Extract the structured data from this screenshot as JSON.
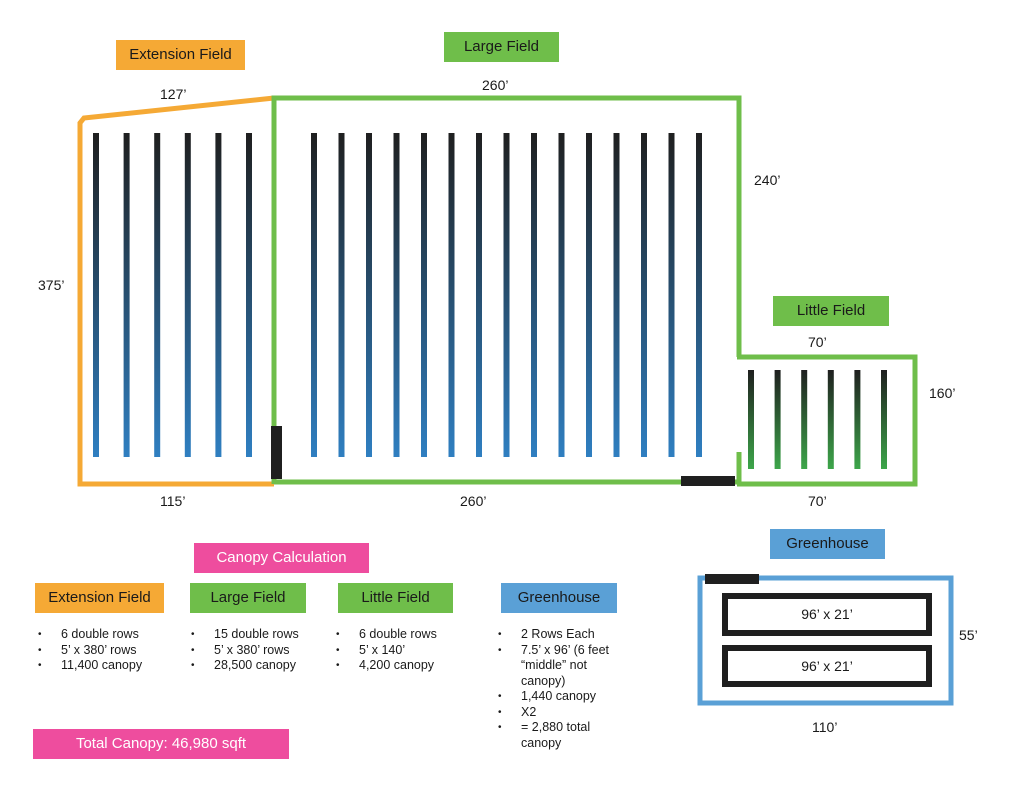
{
  "fields": {
    "extension": {
      "tag": "Extension Field",
      "top_dim": "127’",
      "left_dim": "375’",
      "bottom_dim": "115’",
      "row_count": 6,
      "border_color": "#f5a935"
    },
    "large": {
      "tag": "Large Field",
      "top_dim": "260’",
      "right_dim": "240’",
      "bottom_dim": "260’",
      "row_count": 15,
      "border_color": "#6fbe4a"
    },
    "little": {
      "tag": "Little Field",
      "top_dim": "70’",
      "right_dim": "160’",
      "bottom_dim": "70’",
      "row_count": 6,
      "border_color": "#6fbe4a"
    },
    "greenhouse": {
      "tag": "Greenhouse",
      "row_a": "96’ x 21’",
      "row_b": "96’ x 21’",
      "right_dim": "55’",
      "bottom_dim": "110’",
      "border_color": "#5aa0d6"
    }
  },
  "colors": {
    "row_top": "#1f1f1f",
    "row_bottom_blue": "#2f7fc1",
    "row_bottom_green": "#3da64a",
    "gate": "#1f1f1f"
  },
  "canopy": {
    "title": "Canopy Calculation",
    "extension": {
      "tag": "Extension Field",
      "items": [
        "6 double rows",
        "5’ x 380’ rows",
        "11,400 canopy"
      ]
    },
    "large": {
      "tag": "Large Field",
      "items": [
        "15 double rows",
        "5’ x 380’ rows",
        "28,500 canopy"
      ]
    },
    "little": {
      "tag": "Little Field",
      "items": [
        "6 double rows",
        "5’ x 140’",
        "4,200 canopy"
      ]
    },
    "greenhouse": {
      "tag": "Greenhouse",
      "items": [
        "2 Rows Each",
        "7.5’ x 96’ (6 feet “middle” not canopy)",
        "1,440 canopy",
        "X2",
        "= 2,880 total canopy"
      ]
    },
    "total": "Total Canopy: 46,980 sqft"
  }
}
